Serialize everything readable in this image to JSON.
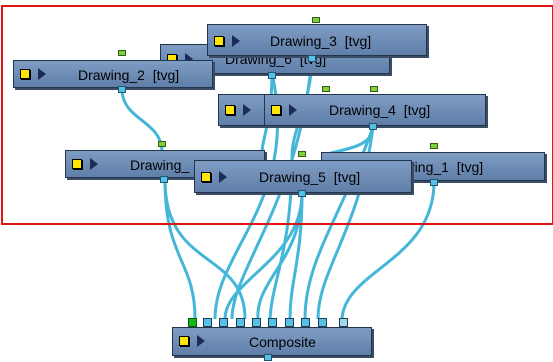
{
  "colors": {
    "node_fill": "#7090bb",
    "wire": "#44b6d8",
    "selection": "#e11414",
    "port_in": "#7fcf3a",
    "composite_active_port": "#19b619"
  },
  "nodes": {
    "drawing_3": {
      "label": "Drawing_3  [tvg]"
    },
    "drawing_6": {
      "label": "Drawing_6  [tvg]"
    },
    "drawing_2": {
      "label": "Drawing_2  [tvg]"
    },
    "drawing_4a": {
      "label": ""
    },
    "drawing_4": {
      "label": "Drawing_4  [tvg]"
    },
    "drawing_7": {
      "label": "Drawing_"
    },
    "drawing_1": {
      "label": "Drawing_1  [tvg]"
    },
    "drawing_5": {
      "label": "Drawing_5  [tvg]"
    },
    "composite": {
      "label": "Composite"
    }
  },
  "icons": {
    "display_toggle": "display-toggle-icon",
    "enable_arrow": "play-arrow-icon"
  }
}
